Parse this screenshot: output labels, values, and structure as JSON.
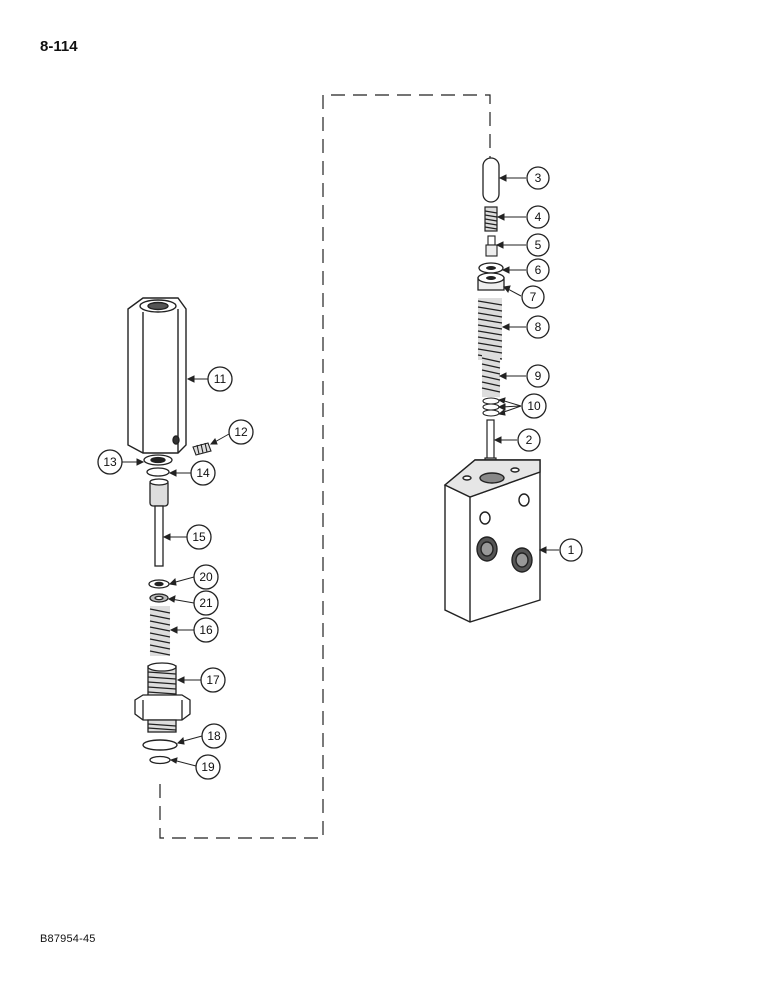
{
  "header": {
    "page_number": "8-114"
  },
  "footer": {
    "figure_code": "B87954-45"
  },
  "callouts": [
    {
      "id": "c1",
      "label": "1"
    },
    {
      "id": "c2",
      "label": "2"
    },
    {
      "id": "c3",
      "label": "3"
    },
    {
      "id": "c4",
      "label": "4"
    },
    {
      "id": "c5",
      "label": "5"
    },
    {
      "id": "c6",
      "label": "6"
    },
    {
      "id": "c7",
      "label": "7"
    },
    {
      "id": "c8",
      "label": "8"
    },
    {
      "id": "c9",
      "label": "9"
    },
    {
      "id": "c10",
      "label": "10"
    },
    {
      "id": "c11",
      "label": "11"
    },
    {
      "id": "c12",
      "label": "12"
    },
    {
      "id": "c13",
      "label": "13"
    },
    {
      "id": "c14",
      "label": "14"
    },
    {
      "id": "c15",
      "label": "15"
    },
    {
      "id": "c16",
      "label": "16"
    },
    {
      "id": "c17",
      "label": "17"
    },
    {
      "id": "c18",
      "label": "18"
    },
    {
      "id": "c19",
      "label": "19"
    },
    {
      "id": "c20",
      "label": "20"
    },
    {
      "id": "c21",
      "label": "21"
    }
  ]
}
